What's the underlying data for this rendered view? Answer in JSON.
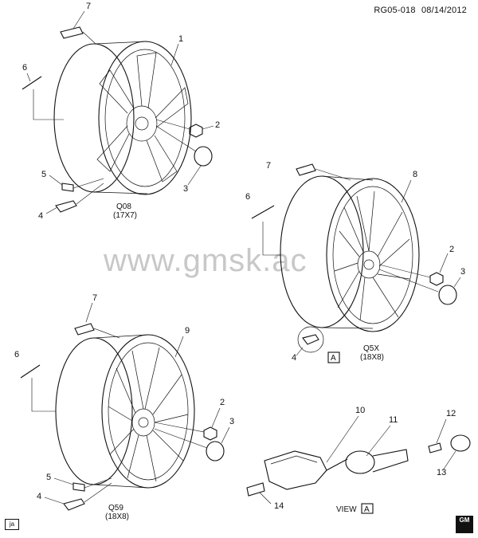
{
  "header": {
    "code": "RG05-018",
    "date": "08/14/2012"
  },
  "watermark": "www.gmsk.ac",
  "callouts": [
    "1",
    "2",
    "3",
    "4",
    "5",
    "6",
    "7",
    "8",
    "9",
    "10",
    "11",
    "12",
    "13",
    "14"
  ],
  "wheels": [
    {
      "rpo": "Q08",
      "size": "(17X7)"
    },
    {
      "rpo": "Q5X",
      "size": "(18X8)"
    },
    {
      "rpo": "Q59",
      "size": "(18X8)"
    }
  ],
  "view_ref": {
    "box": "A",
    "view_label": "VIEW",
    "view_box": "A"
  },
  "footer": {
    "tag": "ja",
    "logo": "GM"
  }
}
